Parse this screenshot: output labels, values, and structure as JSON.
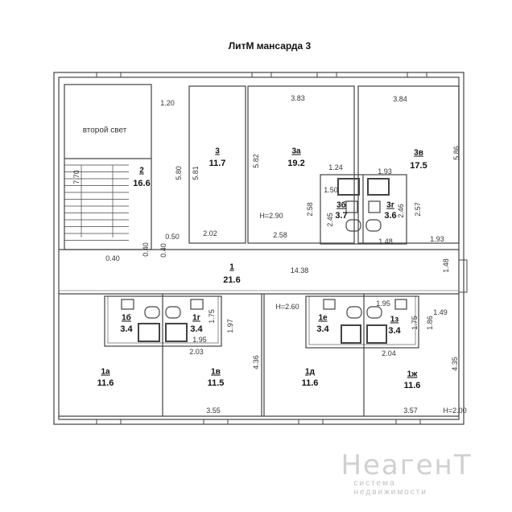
{
  "title": "ЛитМ мансарда 3",
  "second_light": "второй свет",
  "rooms": {
    "r2": {
      "num": "2",
      "area": "16.6"
    },
    "r3": {
      "num": "3",
      "area": "11.7"
    },
    "r3a": {
      "num": "3а",
      "area": "19.2"
    },
    "r3v": {
      "num": "3в",
      "area": "17.5"
    },
    "r3b": {
      "num": "3б",
      "area": "3.7"
    },
    "r3g": {
      "num": "3г",
      "area": "3.6"
    },
    "r1": {
      "num": "1",
      "area": "21.6"
    },
    "r1b": {
      "num": "1б",
      "area": "3.4"
    },
    "r1g": {
      "num": "1г",
      "area": "3.4"
    },
    "r1e": {
      "num": "1е",
      "area": "3.4"
    },
    "r1z": {
      "num": "1з",
      "area": "3.4"
    },
    "r1a": {
      "num": "1а",
      "area": "11.6"
    },
    "r1v": {
      "num": "1в",
      "area": "11.5"
    },
    "r1d": {
      "num": "1д",
      "area": "11.6"
    },
    "r1zh": {
      "num": "1ж",
      "area": "11.6"
    }
  },
  "dims": [
    "1.20",
    "7.70",
    "5.80",
    "5.81",
    "0.50",
    "2.02",
    "0.40",
    "0.40",
    "0.40",
    "3.83",
    "5.82",
    "1.24",
    "1.50",
    "2.58",
    "2.45",
    "H=2.90",
    "2.58",
    "3.84",
    "5.86",
    "1.93",
    "2.46",
    "2.57",
    "1.48",
    "1.93",
    "14.38",
    "1.48",
    "1.75",
    "1.97",
    "1.95",
    "2.03",
    "4.36",
    "3.55",
    "H=2.60",
    "1.95",
    "1.75",
    "1.86",
    "1.49",
    "2.04",
    "4.35",
    "3.57",
    "H=2.00"
  ],
  "watermark": {
    "brand": "НеагенТ",
    "tagline": "системa недвижимости"
  }
}
